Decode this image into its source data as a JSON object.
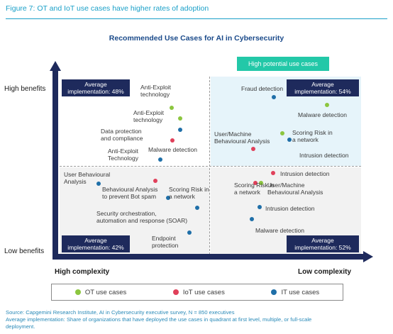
{
  "figure": {
    "label": "Figure 7:",
    "title": "OT and IoT use cases have higher rates of adoption"
  },
  "chart_data": {
    "type": "scatter",
    "title": "Recommended Use Cases for AI in Cybersecurity",
    "banner": "High potential use cases",
    "y_axis": {
      "top_label": "High benefits",
      "bottom_label": "Low benefits"
    },
    "x_axis": {
      "left_label": "High complexity",
      "right_label": "Low complexity"
    },
    "quadrants": {
      "top_left": {
        "avg_label": "Average",
        "avg_value": "implementation: 48%"
      },
      "top_right": {
        "avg_label": "Average",
        "avg_value": "implementation: 54%"
      },
      "bottom_left": {
        "avg_label": "Average",
        "avg_value": "implementation: 42%"
      },
      "bottom_right": {
        "avg_label": "Average",
        "avg_value": "implementation: 52%"
      }
    },
    "legend": [
      {
        "name": "OT use cases",
        "color": "#8cc63f"
      },
      {
        "name": "IoT use cases",
        "color": "#e0405a"
      },
      {
        "name": "IT use cases",
        "color": "#1f6fa8"
      }
    ]
  },
  "source": {
    "line1": "Source: Capgemini Research Institute, AI in Cybersecurity executive survey, N = 850 executives",
    "line2": "Average implementation: Share of organizations that have deployed the use cases in quadrant at first level, multiple, or full-scale",
    "line3": "deployment."
  }
}
